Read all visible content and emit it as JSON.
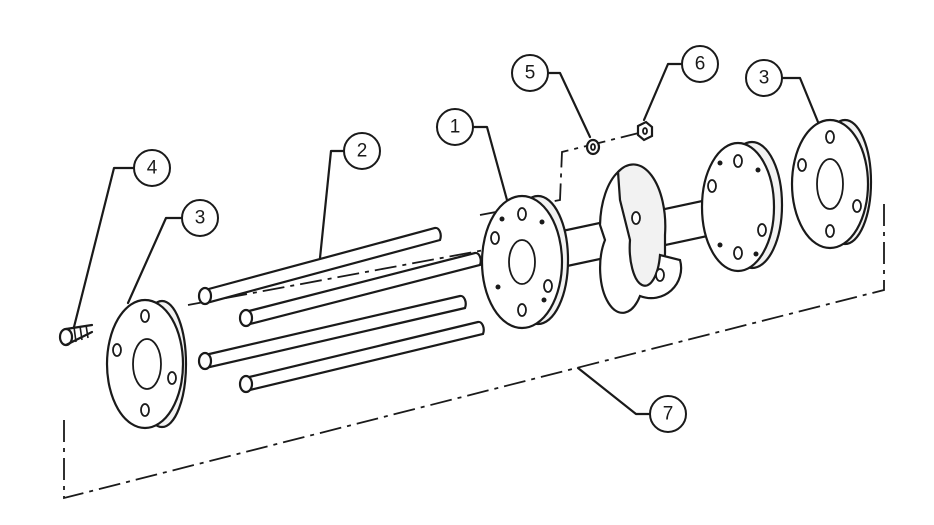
{
  "figure": {
    "callouts": [
      {
        "id": "callout-1",
        "label": "1"
      },
      {
        "id": "callout-2",
        "label": "2"
      },
      {
        "id": "callout-3-left",
        "label": "3"
      },
      {
        "id": "callout-3-right",
        "label": "3"
      },
      {
        "id": "callout-4",
        "label": "4"
      },
      {
        "id": "callout-5",
        "label": "5"
      },
      {
        "id": "callout-6",
        "label": "6"
      },
      {
        "id": "callout-7",
        "label": "7"
      }
    ]
  }
}
